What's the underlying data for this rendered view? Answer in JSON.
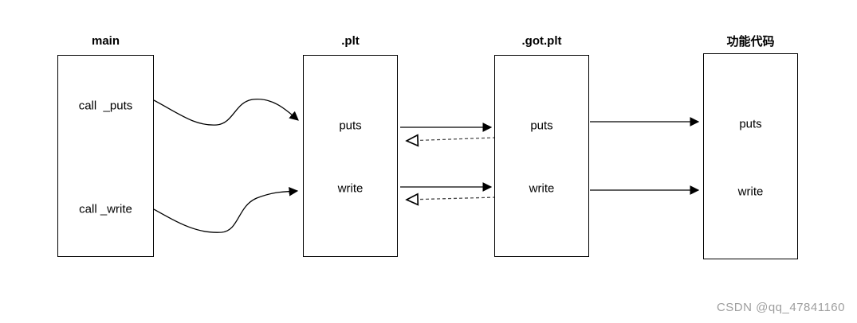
{
  "diagram": {
    "boxes": [
      {
        "id": "main",
        "title": "main",
        "items": [
          "call  _puts",
          "call _write"
        ]
      },
      {
        "id": "plt",
        "title": ".plt",
        "items": [
          "puts",
          "write"
        ]
      },
      {
        "id": "gotplt",
        "title": ".got.plt",
        "items": [
          "puts",
          "write"
        ]
      },
      {
        "id": "funccode",
        "title": "功能代码",
        "items": [
          "puts",
          "write"
        ]
      }
    ],
    "connections": [
      {
        "from": "main:call _puts",
        "to": ".plt:puts",
        "style": "solid-curved-arrow"
      },
      {
        "from": "main:call _write",
        "to": ".plt:write",
        "style": "solid-curved-arrow"
      },
      {
        "from": ".plt:puts",
        "to": ".got.plt:puts",
        "style": "solid-arrow"
      },
      {
        "from": ".plt:write",
        "to": ".got.plt:write",
        "style": "solid-arrow"
      },
      {
        "from": ".got.plt:puts",
        "to": ".plt:puts",
        "style": "dashed-open-arrow"
      },
      {
        "from": ".got.plt:write",
        "to": ".plt:write",
        "style": "dashed-open-arrow"
      },
      {
        "from": ".got.plt:puts",
        "to": "功能代码:puts",
        "style": "solid-arrow"
      },
      {
        "from": ".got.plt:write",
        "to": "功能代码:write",
        "style": "solid-arrow"
      }
    ]
  },
  "watermark": {
    "text": "CSDN @qq_47841160"
  },
  "colors": {
    "background": "#ffffff",
    "stroke": "#000000",
    "dashed_stroke": "#4a4a4a",
    "watermark": "#9e9e9e"
  }
}
